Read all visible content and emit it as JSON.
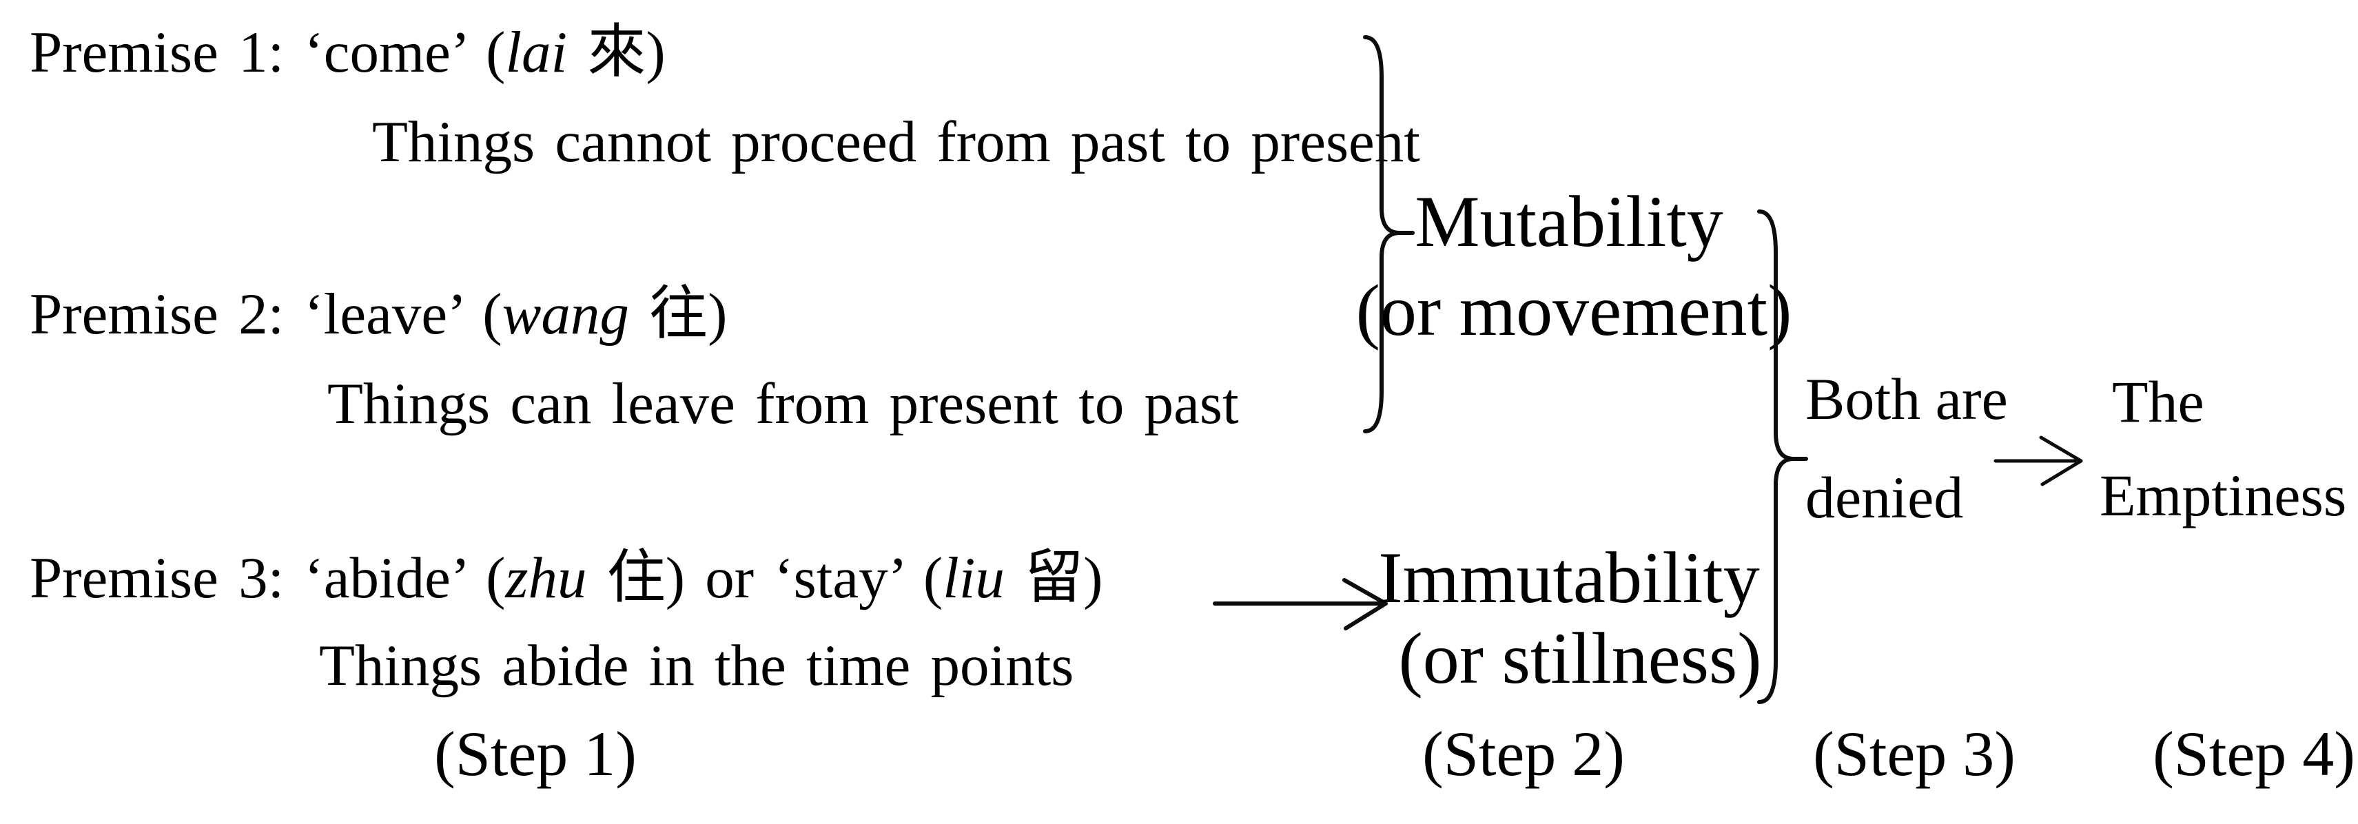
{
  "figure": {
    "description": "Four-step argument diagram deriving the Emptiness from denial of mutability and immutability",
    "colors": {
      "background": "#ffffff",
      "text": "#000000"
    }
  },
  "premises": [
    {
      "pre": "Premise 1: ‘come’ (",
      "italic1": "lai",
      "mid": " 來)",
      "italic2": "",
      "post": "",
      "sub": "Things cannot proceed from past to present"
    },
    {
      "pre": "Premise 2: ‘leave’ (",
      "italic1": "wang",
      "mid": " 往)",
      "italic2": "",
      "post": "",
      "sub": "Things can leave from present to past"
    },
    {
      "pre": "Premise 3: ‘abide’ (",
      "italic1": "zhu",
      "mid": " 住) or ‘stay’ (",
      "italic2": "liu",
      "post": " 留)",
      "sub": "Things abide in the time points"
    }
  ],
  "labels": {
    "mutability_line1": "Mutability",
    "mutability_line2": "(or movement)",
    "immutability_line1": "Immutability",
    "immutability_line2": "(or stillness)",
    "denial_line1": "Both are",
    "denial_line2": "denied",
    "emptiness_line1": "The",
    "emptiness_line2": "Emptiness"
  },
  "steps": [
    "(Step 1)",
    "(Step 2)",
    "(Step 3)",
    "(Step 4)"
  ]
}
